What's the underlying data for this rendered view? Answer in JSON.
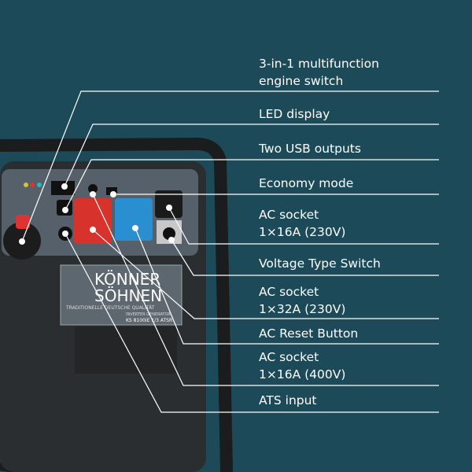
{
  "brand": {
    "line1": "KÖNNER",
    "line2": "SÖHNEN",
    "tagline": "TRADITIONELLE DEUTSCHE QUALITÄT",
    "product_type": "INVERTER GENERATOR",
    "model": "KS 8100iE 1/3 ATSR"
  },
  "callouts": [
    {
      "line1": "3-in-1 multifunction",
      "line2": "engine switch"
    },
    {
      "line1": "LED display"
    },
    {
      "line1": "Two USB outputs"
    },
    {
      "line1": "Economy mode"
    },
    {
      "line1": "AC socket",
      "line2": "1×16A (230V)"
    },
    {
      "line1": "Voltage Type Switch"
    },
    {
      "line1": "AC socket",
      "line2": "1×32A (230V)"
    },
    {
      "line1": "AC Reset Button"
    },
    {
      "line1": "AC socket",
      "line2": "1×16A (400V)"
    },
    {
      "line1": "ATS input"
    }
  ],
  "colors": {
    "background": "#1d4a59",
    "red_socket": "#d8322c",
    "blue_socket": "#2a8fd0",
    "line": "#ffffff"
  }
}
